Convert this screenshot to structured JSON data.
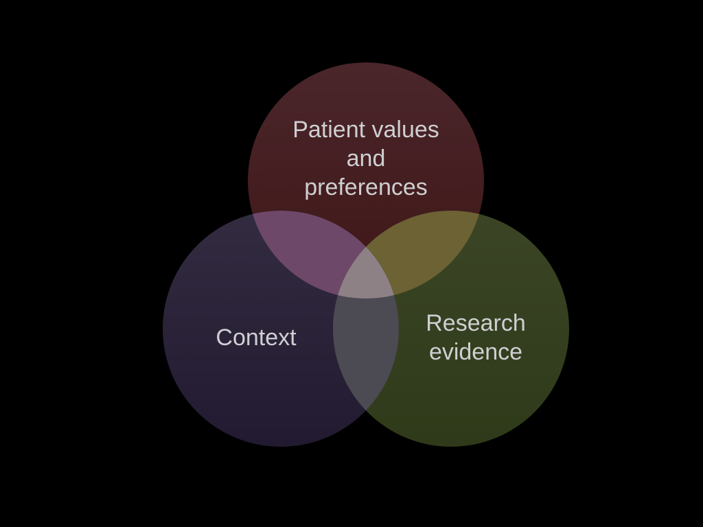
{
  "diagram": {
    "background": "#000000",
    "label_color": "#cfcfd2",
    "circles": [
      {
        "id": "patient",
        "label_lines": [
          "Patient values",
          "and",
          "preferences"
        ],
        "color_top": "#4a262b",
        "color_bottom": "#3f1616"
      },
      {
        "id": "context",
        "label_lines": [
          "Context"
        ],
        "color_top": "#332c41",
        "color_bottom": "#221a30"
      },
      {
        "id": "research",
        "label_lines": [
          "Research",
          "evidence"
        ],
        "color_top": "#3b4526",
        "color_bottom": "#2e3a19"
      }
    ]
  }
}
